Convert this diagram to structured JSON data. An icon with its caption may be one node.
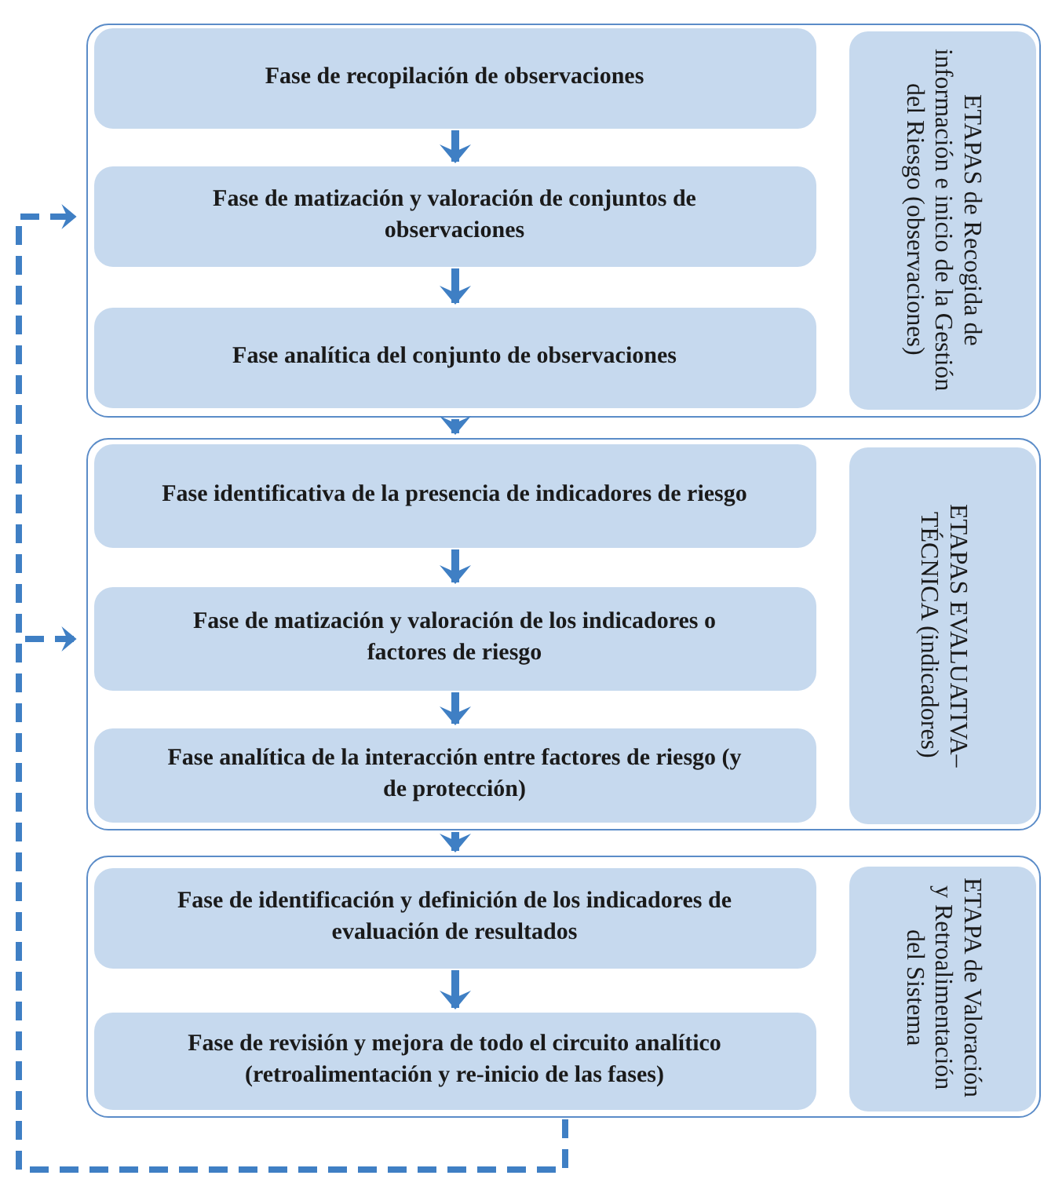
{
  "diagram": {
    "nodes": [
      {
        "text": [],
        "shape": "box"
      },
      {
        "text": [
          "Fase de recopilación de observaciones"
        ],
        "in": 0
      },
      {
        "text": [
          "Fase de matización y valoración de conjuntos de observaciones"
        ],
        "in": 0
      },
      {
        "text": [
          "Fase analítica del conjunto de observaciones"
        ],
        "in": 0
      },
      {
        "text": [
          "ETAPAS de Recogida de información e inicio de la Gestión del Riesgo (observaciones)"
        ],
        "in": 0
      },
      {
        "text": [],
        "shape": "box"
      },
      {
        "text": [
          "Fase identificativa de la presencia de indicadores de riesgo"
        ],
        "in": 5
      },
      {
        "text": [
          "Fase de matización y valoración de los indicadores o factores de riesgo"
        ],
        "in": 5
      },
      {
        "text": [
          "Fase analítica de la interacción entre factores de riesgo (y de protección)"
        ],
        "in": 5
      },
      {
        "text": [
          "ETAPAS EVALUATIVA–TÉCNICA (indicadores)"
        ],
        "in": 5
      },
      {
        "text": [],
        "shape": "box"
      },
      {
        "text": [
          "Fase de identificación y definición de los indicadores de evaluación de resultados"
        ],
        "in": 10
      },
      {
        "text": [
          "Fase de revisión y mejora de todo el circuito analítico (retroalimentación y re-inicio de las fases)"
        ],
        "in": 10
      },
      {
        "text": [
          "ETAPA de Valoración y Retroalimentación del Sistema"
        ],
        "in": 10
      }
    ],
    "edges": [
      {
        "from": 1,
        "to": 2,
        "arrow": "to"
      },
      {
        "from": 2,
        "to": 3,
        "arrow": "to"
      },
      {
        "from": 0,
        "to": 5,
        "arrow": "to"
      },
      {
        "from": 6,
        "to": 7,
        "arrow": "to"
      },
      {
        "from": 7,
        "to": 8,
        "arrow": "to"
      },
      {
        "from": 5,
        "to": 10,
        "arrow": "to"
      },
      {
        "from": 11,
        "to": 12,
        "arrow": "to"
      },
      {
        "from": 10,
        "to": 2,
        "arrow": "to",
        "style": "dashed"
      },
      {
        "from": 10,
        "to": 7,
        "arrow": "to",
        "style": "dashed"
      }
    ]
  }
}
